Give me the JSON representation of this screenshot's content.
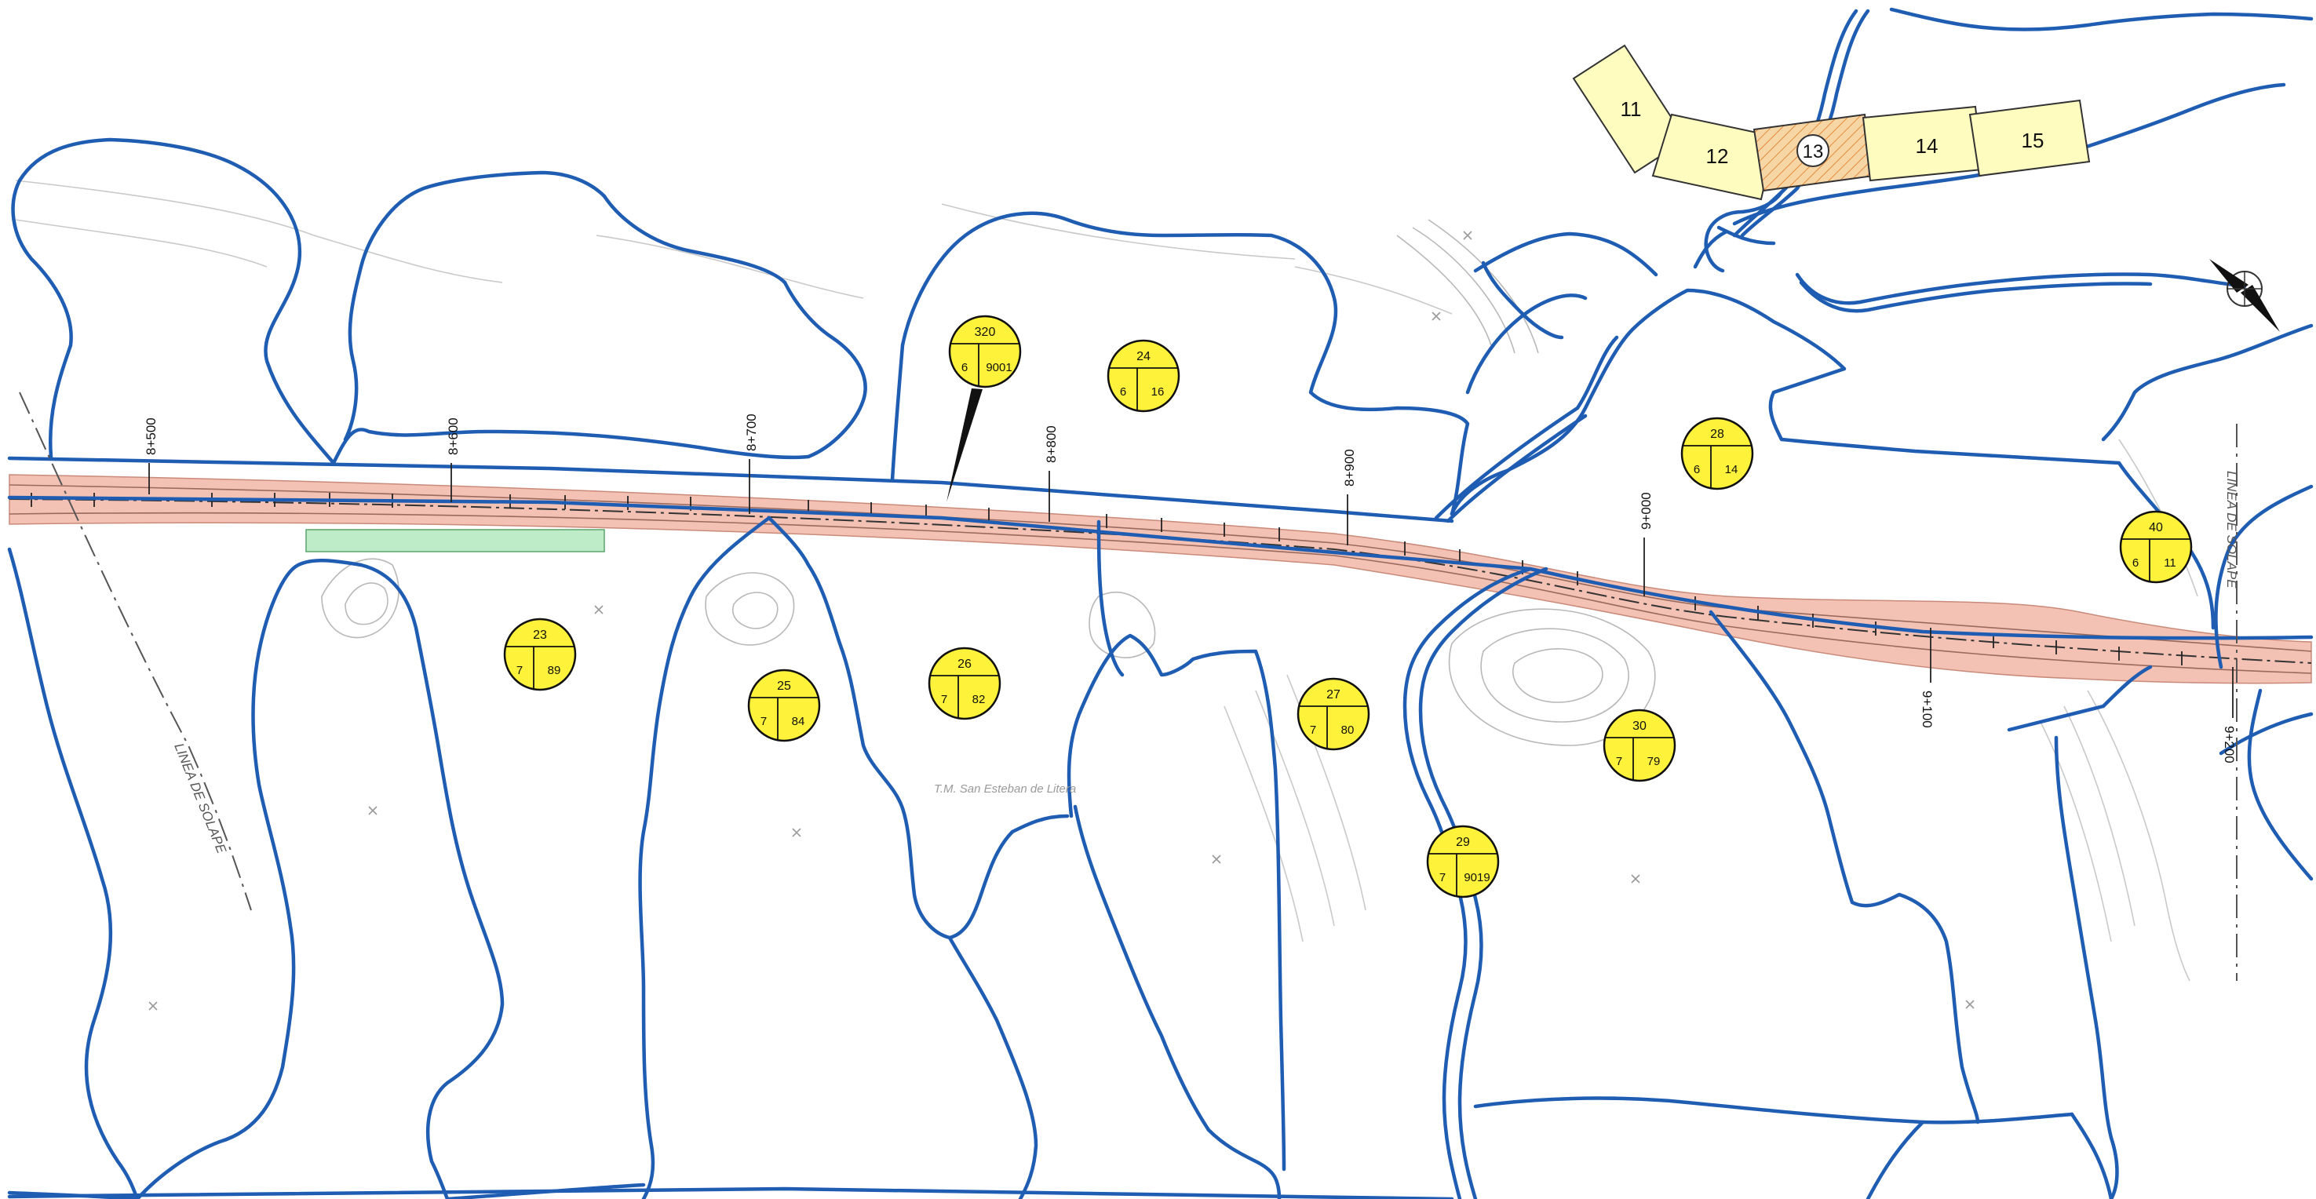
{
  "map": {
    "municipality_label": "T.M. San Esteban de Litera",
    "overlap_label_left": "LINEA DE SOLAPE",
    "overlap_label_right": "LINEA DE SOLAPE",
    "north_arrow_icon": "north-arrow-icon"
  },
  "chainage": [
    {
      "label": "8+500"
    },
    {
      "label": "8+600"
    },
    {
      "label": "8+700"
    },
    {
      "label": "8+800"
    },
    {
      "label": "8+900"
    },
    {
      "label": "9+000"
    },
    {
      "label": "9+100"
    },
    {
      "label": "9+200"
    }
  ],
  "parcels": [
    {
      "parcel": "320",
      "polygon": "6",
      "number": "9001"
    },
    {
      "parcel": "24",
      "polygon": "6",
      "number": "16"
    },
    {
      "parcel": "28",
      "polygon": "6",
      "number": "14"
    },
    {
      "parcel": "40",
      "polygon": "6",
      "number": "11"
    },
    {
      "parcel": "23",
      "polygon": "7",
      "number": "89"
    },
    {
      "parcel": "25",
      "polygon": "7",
      "number": "84"
    },
    {
      "parcel": "26",
      "polygon": "7",
      "number": "82"
    },
    {
      "parcel": "27",
      "polygon": "7",
      "number": "80"
    },
    {
      "parcel": "30",
      "polygon": "7",
      "number": "79"
    },
    {
      "parcel": "29",
      "polygon": "7",
      "number": "9019"
    }
  ],
  "sheet_index": [
    {
      "label": "11"
    },
    {
      "label": "12"
    },
    {
      "label": "13"
    },
    {
      "label": "14"
    },
    {
      "label": "15"
    }
  ],
  "colors": {
    "parcel_boundary": "#1f5db3",
    "road_occupation": "#f3c2b4",
    "marker_fill": "#fff23a",
    "current_sheet": "#f7d6a6",
    "sheet_fill": "#fffcbf"
  }
}
